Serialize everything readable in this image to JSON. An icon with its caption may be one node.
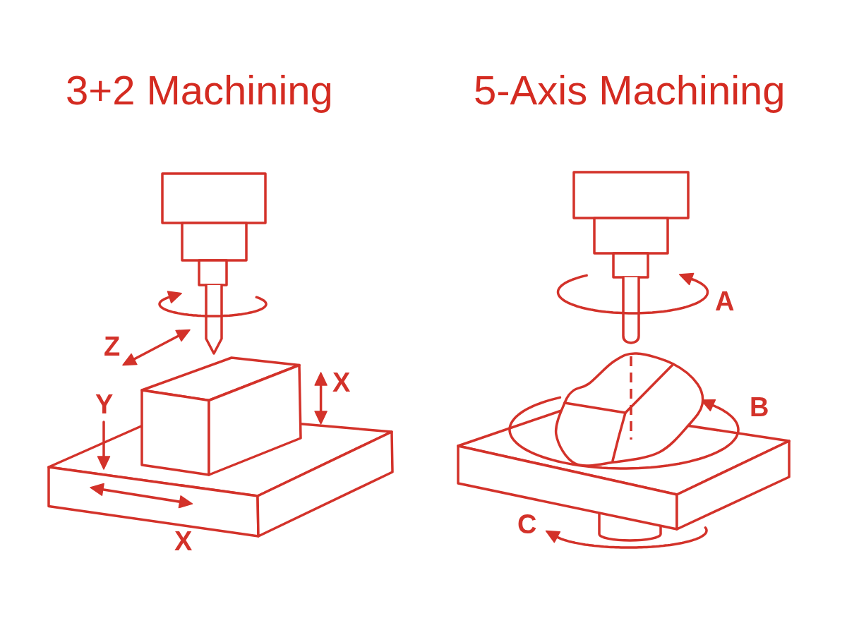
{
  "diagram": {
    "labels": [
      "3+2 Machining",
      "5-Axis Machining",
      "Z",
      "X",
      "Y",
      "X",
      "A",
      "B",
      "C"
    ]
  }
}
